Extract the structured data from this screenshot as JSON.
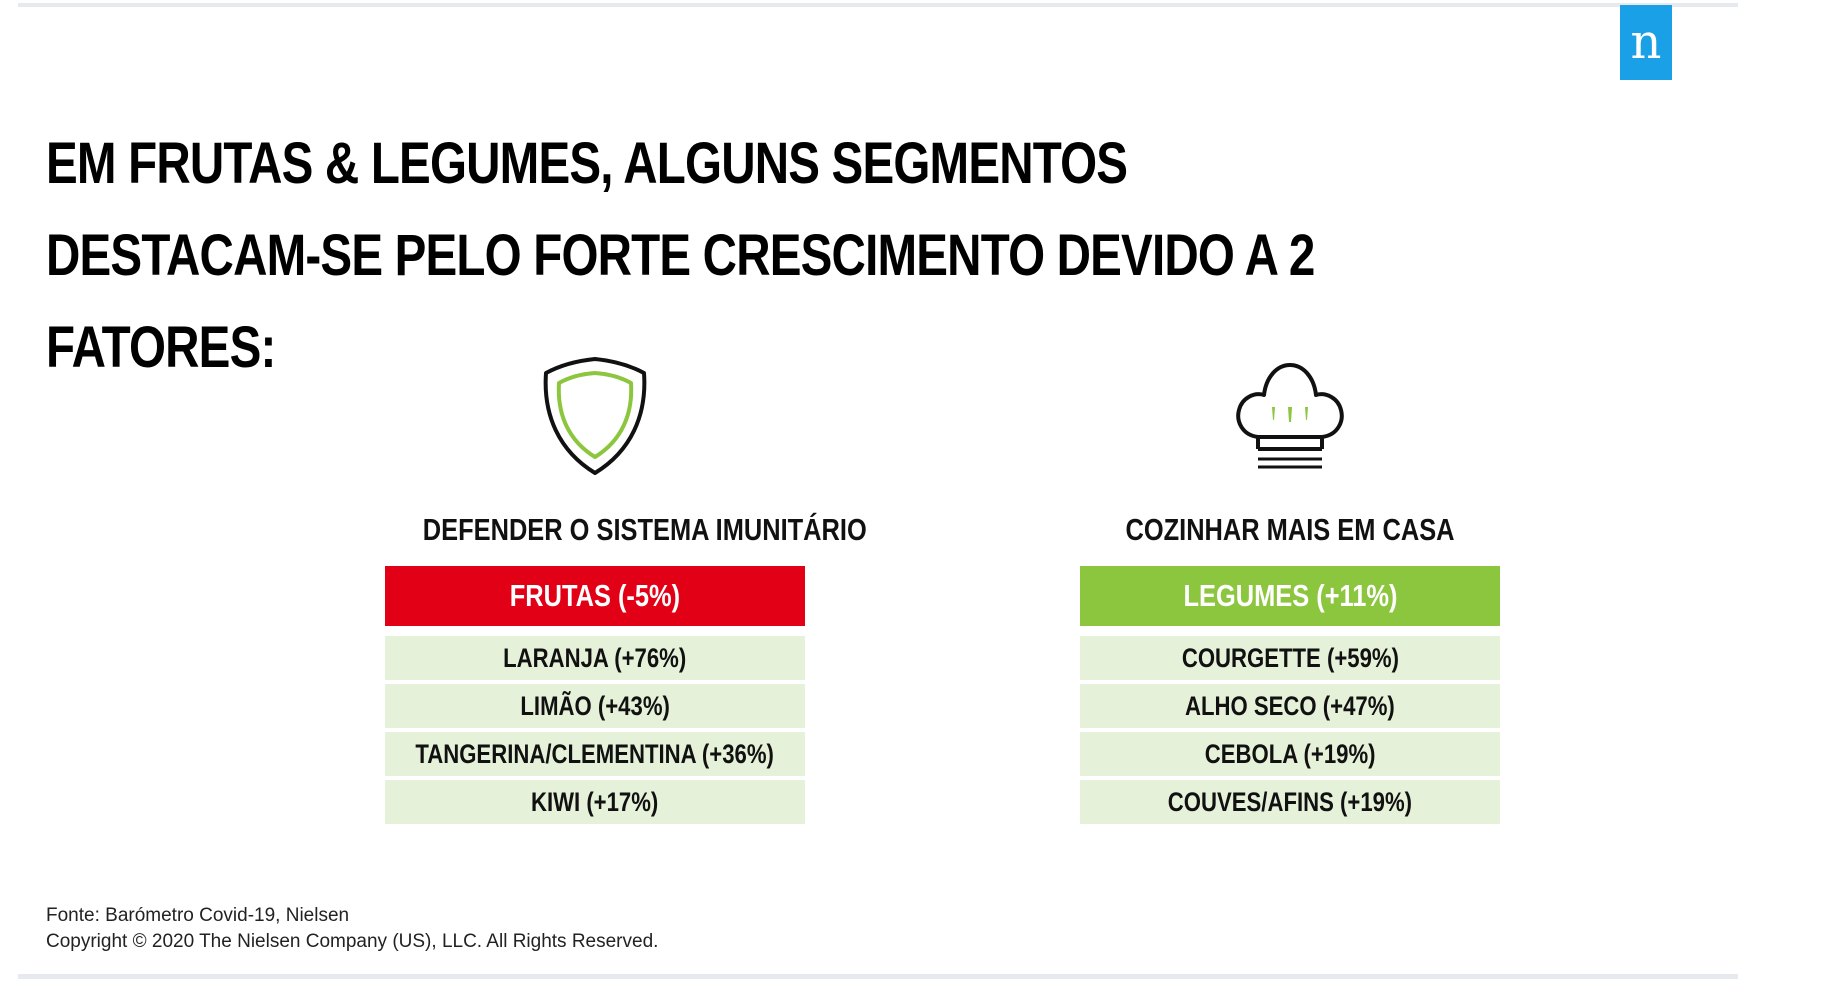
{
  "title": "EM FRUTAS & LEGUMES, ALGUNS SEGMENTOS DESTACAM-SE PELO FORTE CRESCIMENTO DEVIDO A 2 FATORES:",
  "logo": {
    "letter": "n",
    "color": "#1aa0e6"
  },
  "colors": {
    "red": "#e10015",
    "green": "#8cc63f",
    "row_bg": "#e6f1da"
  },
  "left": {
    "icon": "shield-icon",
    "factor": "DEFENDER O SISTEMA IMUNITÁRIO",
    "header": "FRUTAS (-5%)",
    "items": [
      "LARANJA (+76%)",
      "LIMÃO (+43%)",
      "TANGERINA/CLEMENTINA (+36%)",
      "KIWI (+17%)"
    ]
  },
  "right": {
    "icon": "chef-hat-icon",
    "factor": "COZINHAR MAIS EM CASA",
    "header": "LEGUMES (+11%)",
    "items": [
      "COURGETTE (+59%)",
      "ALHO SECO (+47%)",
      "CEBOLA (+19%)",
      "COUVES/AFINS (+19%)"
    ]
  },
  "footer": {
    "source": "Fonte: Barómetro Covid-19, Nielsen",
    "copyright": "Copyright © 2020 The Nielsen Company (US), LLC. All Rights Reserved."
  }
}
